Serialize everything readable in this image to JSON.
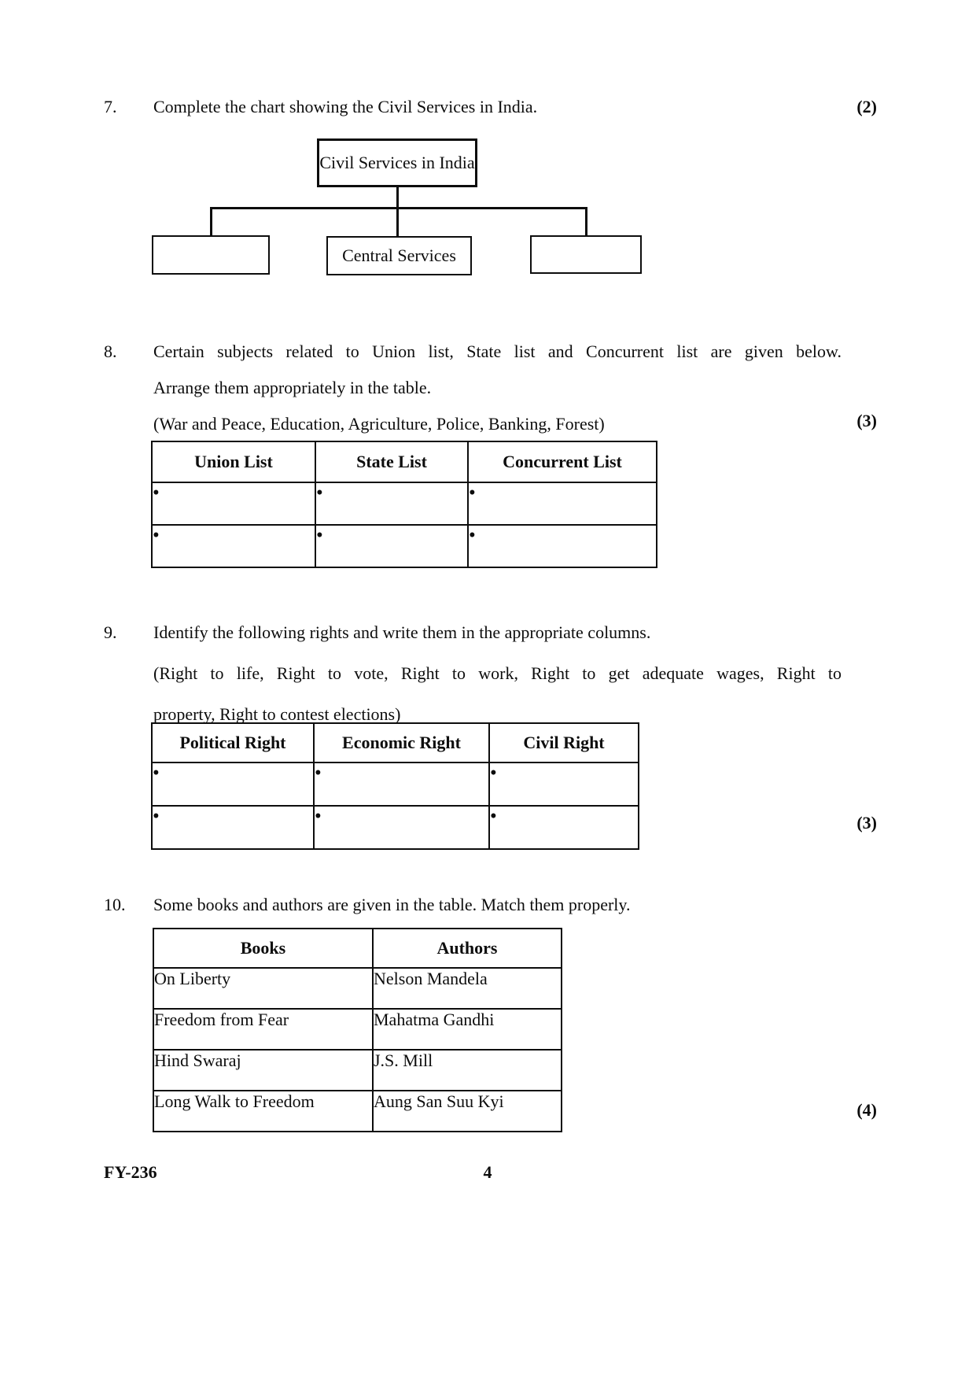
{
  "bullet": "•",
  "q7": {
    "number": "7.",
    "text": "Complete the chart showing the Civil Services in India.",
    "marks": "(2)",
    "chart": {
      "root_label": "Civil Services in India",
      "left_label": "",
      "center_label": "Central Services",
      "right_label": ""
    }
  },
  "q8": {
    "number": "8.",
    "line1": "Certain subjects related to Union list, State list and Concurrent list are given below.",
    "line2": "Arrange them appropriately in the table.",
    "line3": "(War and Peace, Education, Agriculture, Police, Banking, Forest)",
    "marks": "(3)",
    "table": {
      "headers": [
        "Union List",
        "State List",
        "Concurrent List"
      ]
    }
  },
  "q9": {
    "number": "9.",
    "line1": "Identify the following rights and write them in the appropriate columns.",
    "line2": "(Right to life, Right to vote, Right to work, Right to get adequate wages, Right to",
    "line3": "property, Right to contest elections)",
    "marks": "(3)",
    "table": {
      "headers": [
        "Political Right",
        "Economic Right",
        "Civil Right"
      ]
    }
  },
  "q10": {
    "number": "10.",
    "text": "Some books and authors are given in the table. Match them properly.",
    "marks": "(4)",
    "table": {
      "headers": [
        "Books",
        "Authors"
      ],
      "rows": [
        {
          "book": "On Liberty",
          "author": "Nelson Mandela"
        },
        {
          "book": "Freedom from Fear",
          "author": "Mahatma Gandhi"
        },
        {
          "book": "Hind Swaraj",
          "author": "J.S. Mill"
        },
        {
          "book": "Long Walk to Freedom",
          "author": "Aung San Suu Kyi"
        }
      ]
    }
  },
  "footer": {
    "code": "FY-236",
    "page_number": "4"
  }
}
